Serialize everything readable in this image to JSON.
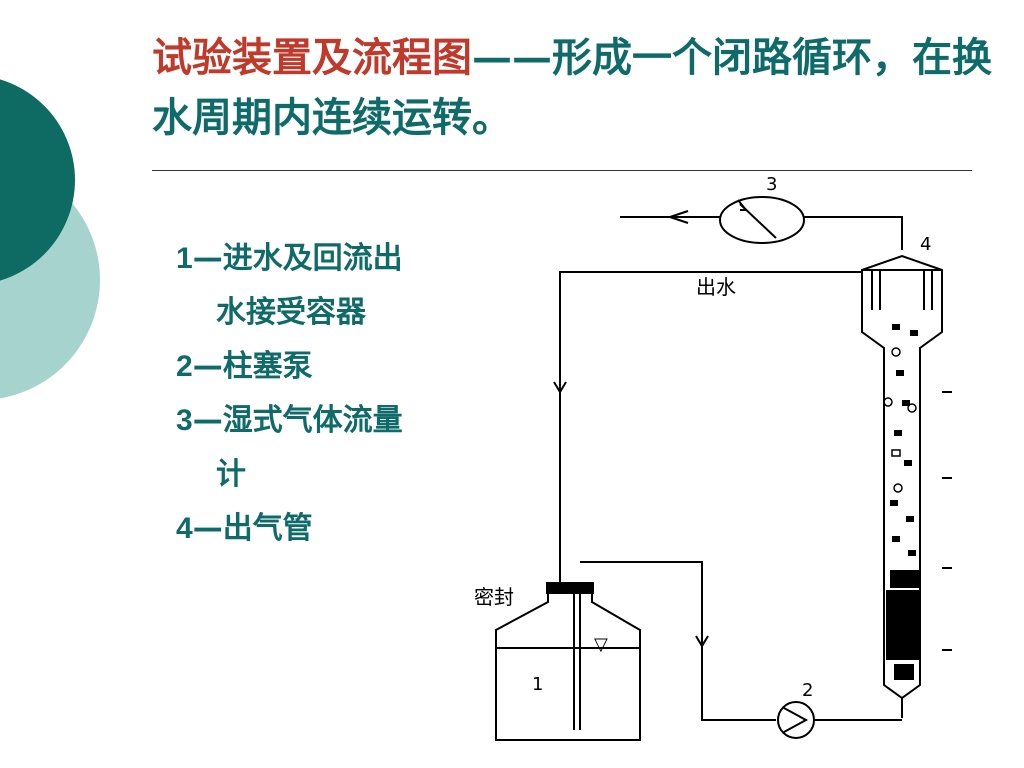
{
  "title": {
    "part1": "试验装置及流程图",
    "part2": "——形成一个闭路循环，在换水周期内连续运转。"
  },
  "legend": [
    {
      "num": "1",
      "text": "—进水及回流出水接受容器"
    },
    {
      "num": "2",
      "text": "—柱塞泵"
    },
    {
      "num": "3",
      "text": "—湿式气体流量计"
    },
    {
      "num": "4",
      "text": "—出气管"
    }
  ],
  "diagram": {
    "label_outlet": "出水",
    "label_seal": "密封",
    "label_1": "1",
    "label_2": "2",
    "label_3": "3",
    "label_4": "4",
    "water_symbol": "▽"
  },
  "colors": {
    "accent": "#0f6b6a",
    "red": "#c0392b",
    "teal_dark": "#0d6b63",
    "teal_light": "#a7d3cf"
  }
}
